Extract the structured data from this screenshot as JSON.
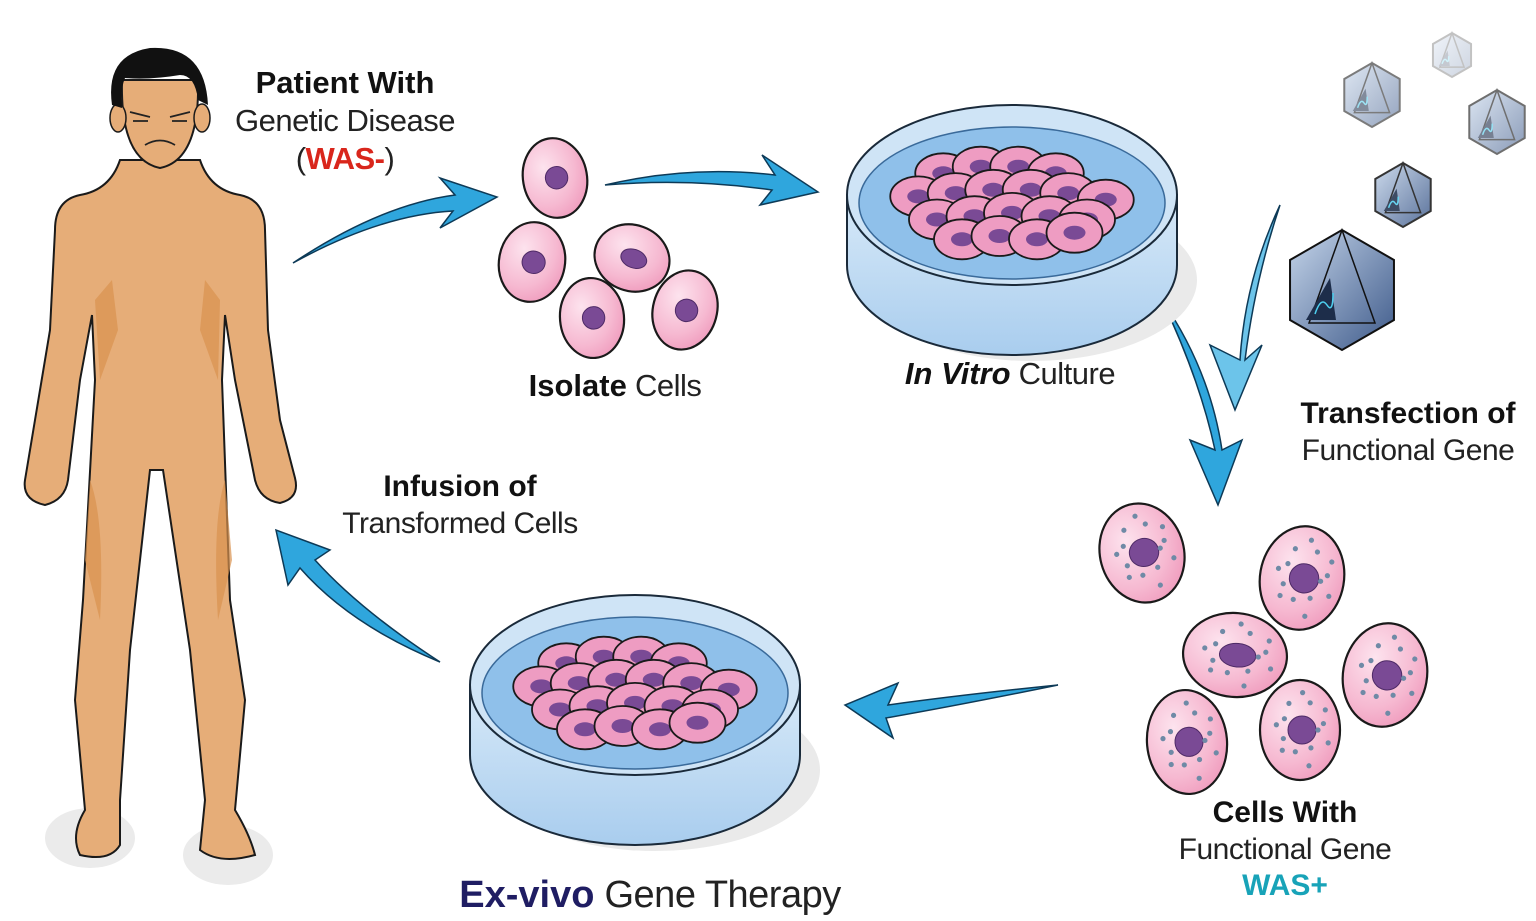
{
  "diagram": {
    "title": {
      "bold": "Ex-vivo",
      "regular": " Gene Therapy",
      "bold_color": "#1f1d63"
    },
    "steps": [
      {
        "id": "patient",
        "bold": "Patient With",
        "regular": "Genetic Disease",
        "open": "(",
        "tag": "WAS-",
        "close": ")",
        "tag_color": "#d9261c"
      },
      {
        "id": "isolate",
        "bold": "Isolate",
        "regular": " Cells"
      },
      {
        "id": "invitro",
        "bold": "In Vitro",
        "regular": " Culture"
      },
      {
        "id": "transfection",
        "bold": "Transfection of",
        "regular": "Functional Gene"
      },
      {
        "id": "functional",
        "bold": "Cells With",
        "regular": "Functional Gene",
        "tag": "WAS+",
        "tag_color": "#18a3b8"
      },
      {
        "id": "infusion",
        "bold": "Infusion of",
        "regular": "Transformed Cells"
      }
    ],
    "flow": [
      "patient -> isolate",
      "isolate -> invitro",
      "invitro -> functional",
      "transfection -> functional",
      "functional -> exvivo-dish",
      "exvivo-dish -> patient"
    ],
    "icons": [
      "human-figure-icon",
      "cell-icon",
      "petri-dish-icon",
      "virus-capsid-icon",
      "arrow-icon"
    ],
    "colors": {
      "arrow": "#2fa6dd",
      "arrow_light": "#6cc4ea",
      "skin": "#e6ad78",
      "skin_shade": "#d9924f",
      "cell": "#f2a9c6",
      "cell_light": "#fbd7e5",
      "nucleus": "#7a4a95",
      "dish": "#bcdaf2",
      "medium": "#8fc0ea",
      "virus": "#5a78a8",
      "gene_dot": "#6f8aa6"
    }
  }
}
